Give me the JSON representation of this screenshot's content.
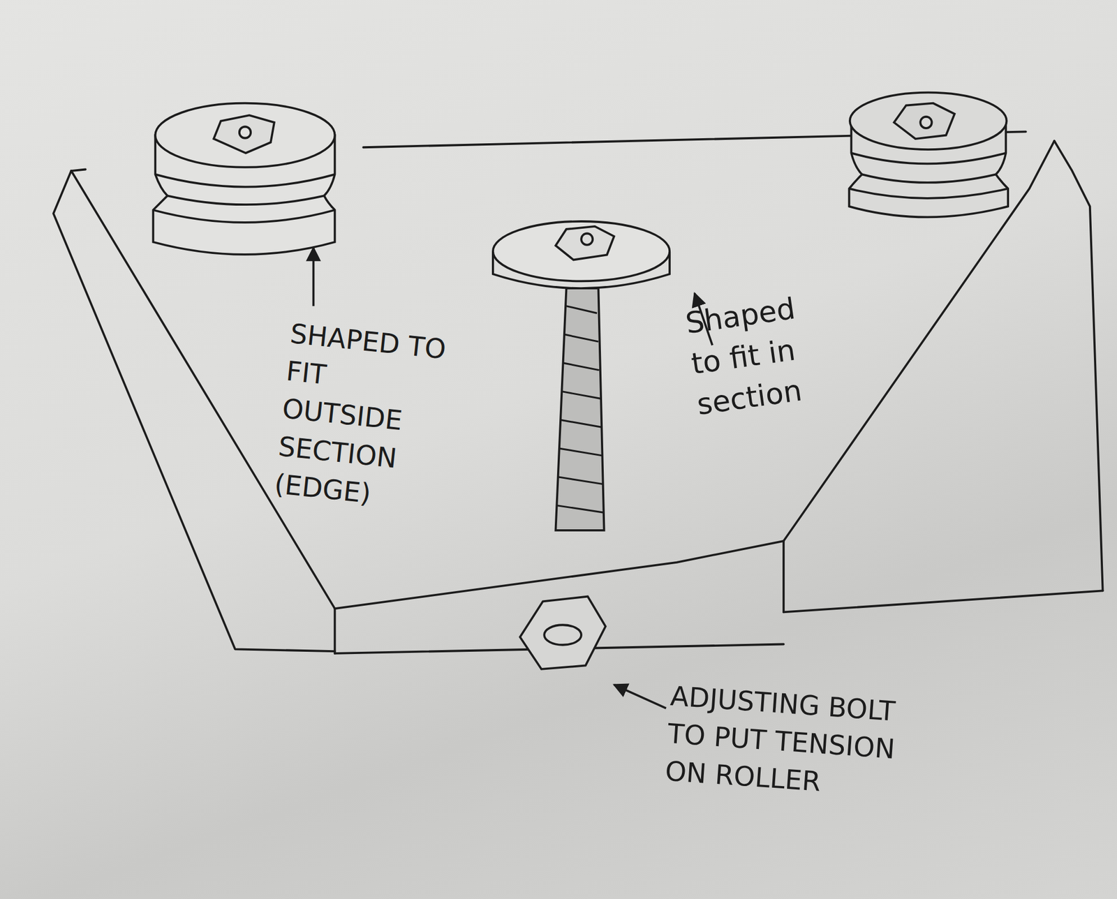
{
  "diagram": {
    "labels": [
      "SHAPED TO FIT OUTSIDE SECTION (EDGE)",
      "Shaped to fit in section",
      "ADJUSTING BOLT TO PUT TENSION ON ROLLER"
    ]
  }
}
